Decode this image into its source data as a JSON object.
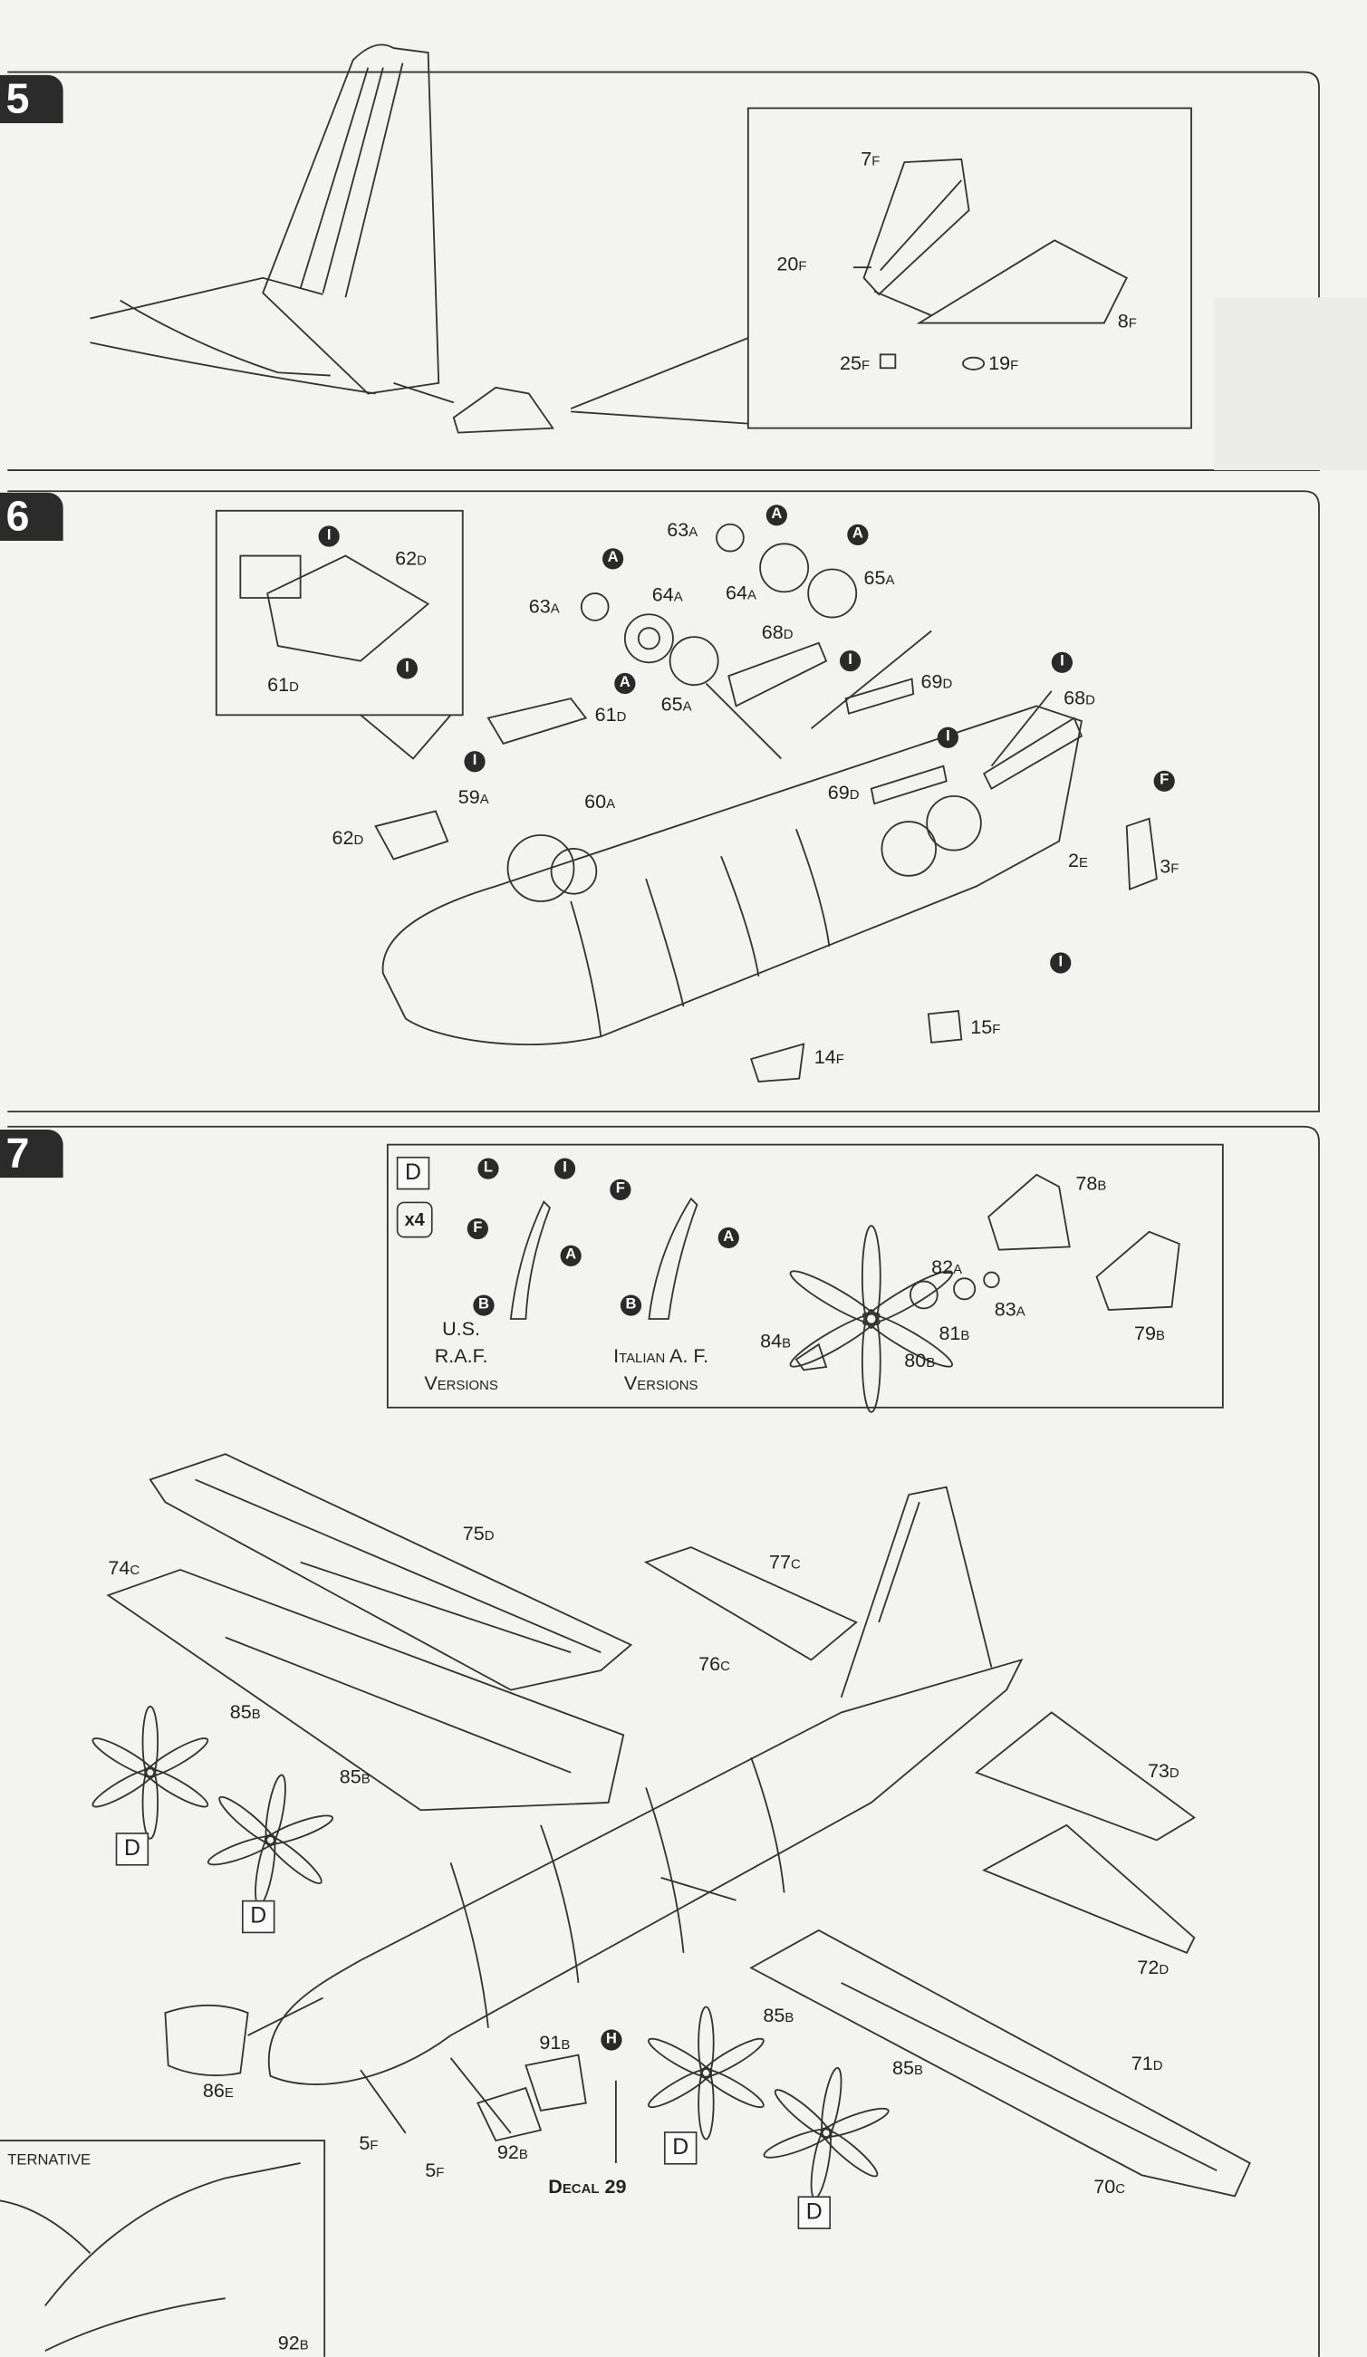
{
  "steps": [
    {
      "number": "5",
      "labels": [
        "7F",
        "20F",
        "8F",
        "25F",
        "19F"
      ]
    },
    {
      "number": "6",
      "labels": [
        "62D",
        "61D",
        "63A",
        "64A",
        "65A",
        "63A",
        "64A",
        "65A",
        "68D",
        "69D",
        "61D",
        "68D",
        "59A",
        "60A",
        "62D",
        "69D",
        "2E",
        "3F",
        "15F",
        "14F"
      ],
      "callouts": [
        "I",
        "I",
        "A",
        "A",
        "A",
        "A",
        "I",
        "I",
        "I",
        "F",
        "I",
        "I"
      ]
    },
    {
      "number": "7",
      "inset": {
        "color_box": "D",
        "multiplier": "x4",
        "us_callouts": [
          "L",
          "I",
          "F",
          "A",
          "B"
        ],
        "it_callouts": [
          "F",
          "A",
          "B"
        ],
        "us_text": [
          "U.S.",
          "R.A.F.",
          "Versions"
        ],
        "it_text": [
          "Italian A. F.",
          "Versions"
        ],
        "labels": [
          "78B",
          "82A",
          "83A",
          "81B",
          "84B",
          "80B",
          "79B"
        ]
      },
      "labels": [
        "75D",
        "74C",
        "77C",
        "76C",
        "85B",
        "85B",
        "73D",
        "72D",
        "71D",
        "85B",
        "85B",
        "91B",
        "86E",
        "5F",
        "5F",
        "92B",
        "70C"
      ],
      "callouts": [
        "H"
      ],
      "color_boxes": [
        "D",
        "D",
        "D",
        "D"
      ],
      "decal": "Decal 29",
      "alternative": {
        "title": "TERNATIVE",
        "label": "92B"
      }
    }
  ]
}
